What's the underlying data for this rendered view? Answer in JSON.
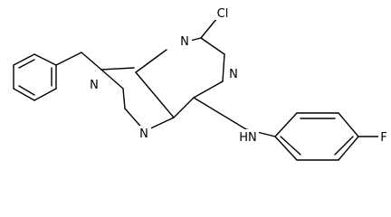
{
  "structure": {
    "atoms": {
      "n9": "N",
      "n3": "N",
      "cl": "Cl",
      "n1": "N",
      "n7": "N",
      "nh": "HN",
      "f": "F"
    }
  }
}
